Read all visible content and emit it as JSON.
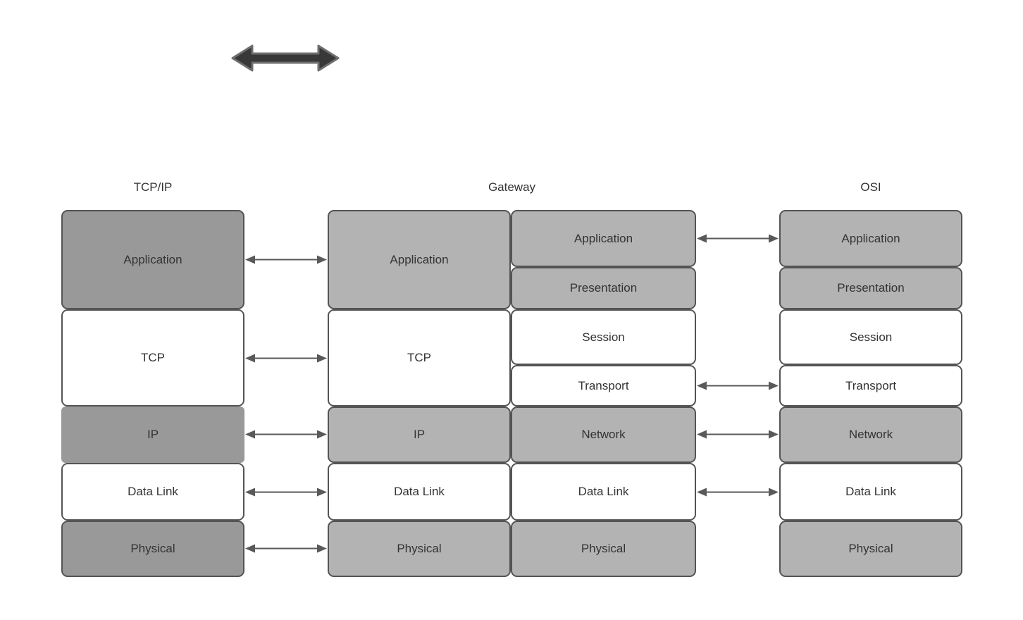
{
  "diagram": {
    "type": "network-layer-model-comparison",
    "headers": {
      "tcpip": "TCP/IP",
      "gateway": "Gateway",
      "osi": "OSI"
    },
    "columns": {
      "tcpip": {
        "header": "TCP/IP",
        "layers": [
          {
            "label": "Application",
            "fill": "#999999",
            "border": true
          },
          {
            "label": "TCP",
            "fill": "#ffffff",
            "border": true
          },
          {
            "label": "IP",
            "fill": "#999999",
            "border": false
          },
          {
            "label": "Data Link",
            "fill": "#ffffff",
            "border": true
          },
          {
            "label": "Physical",
            "fill": "#999999",
            "border": true
          }
        ]
      },
      "gateway_left": {
        "layers": [
          {
            "label": "Application",
            "fill": "#b3b3b3",
            "border": true
          },
          {
            "label": "TCP",
            "fill": "#ffffff",
            "border": true
          },
          {
            "label": "IP",
            "fill": "#b3b3b3",
            "border": true
          },
          {
            "label": "Data Link",
            "fill": "#ffffff",
            "border": true
          },
          {
            "label": "Physical",
            "fill": "#b3b3b3",
            "border": true
          }
        ]
      },
      "gateway_right": {
        "layers": [
          {
            "label": "Application",
            "fill": "#b3b3b3",
            "border": true
          },
          {
            "label": "Presentation",
            "fill": "#b3b3b3",
            "border": true
          },
          {
            "label": "Session",
            "fill": "#ffffff",
            "border": true
          },
          {
            "label": "Transport",
            "fill": "#ffffff",
            "border": true
          },
          {
            "label": "Network",
            "fill": "#b3b3b3",
            "border": true
          },
          {
            "label": "Data Link",
            "fill": "#ffffff",
            "border": true
          },
          {
            "label": "Physical",
            "fill": "#b3b3b3",
            "border": true
          }
        ]
      },
      "osi": {
        "header": "OSI",
        "layers": [
          {
            "label": "Application",
            "fill": "#b3b3b3",
            "border": true
          },
          {
            "label": "Presentation",
            "fill": "#b3b3b3",
            "border": true
          },
          {
            "label": "Session",
            "fill": "#ffffff",
            "border": true
          },
          {
            "label": "Transport",
            "fill": "#ffffff",
            "border": true
          },
          {
            "label": "Network",
            "fill": "#b3b3b3",
            "border": true
          },
          {
            "label": "Data Link",
            "fill": "#ffffff",
            "border": true
          },
          {
            "label": "Physical",
            "fill": "#b3b3b3",
            "border": true
          }
        ]
      }
    },
    "connections": {
      "tcpip_to_gateway": [
        "Application",
        "TCP",
        "IP",
        "Data Link",
        "Physical"
      ],
      "gateway_to_osi": [
        "Application",
        "Transport",
        "Network",
        "Data Link"
      ],
      "style": "double-headed-arrow"
    },
    "top_arrow": {
      "shape": "thick-double-headed-arrow",
      "fill": "#383838",
      "outline": "#6e6e6e"
    },
    "palette": {
      "dark_gray_fill": "#999999",
      "light_gray_fill": "#b3b3b3",
      "white_fill": "#ffffff",
      "box_border": "#545454",
      "connector": "#595959",
      "text": "#333333",
      "background": "#ffffff"
    }
  }
}
